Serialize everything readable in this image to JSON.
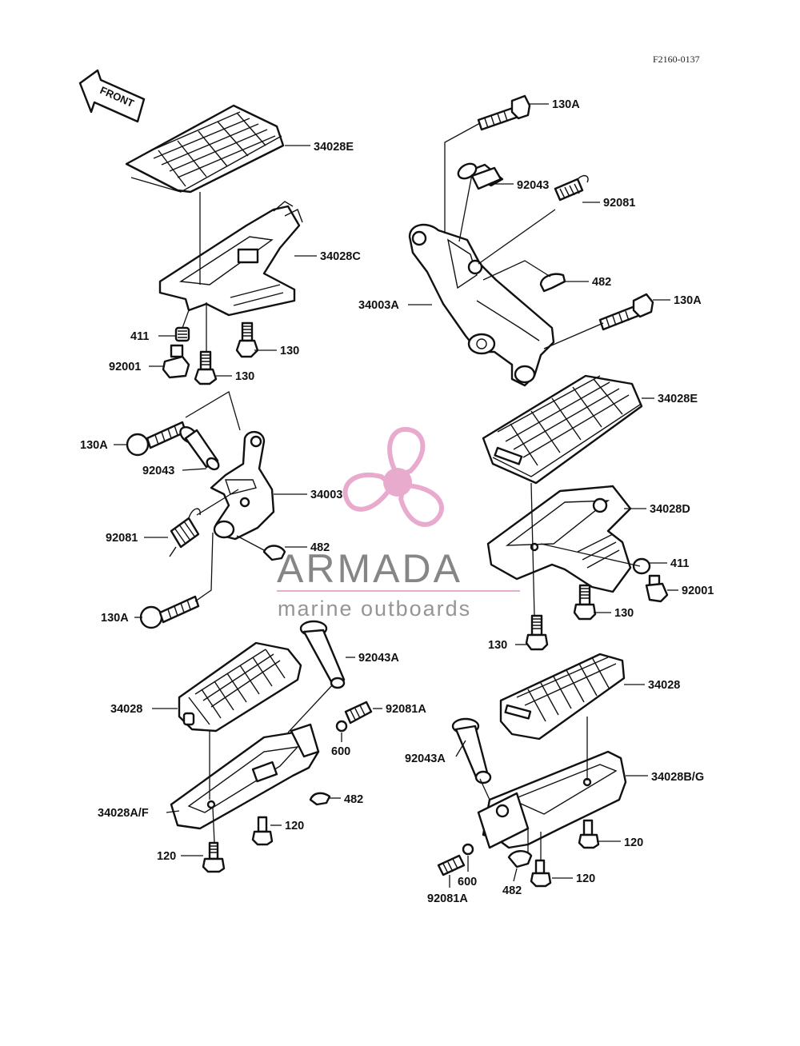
{
  "diagram_code": "F2160-0137",
  "front_arrow_label": "FRONT",
  "watermark": {
    "name": "ARMADA",
    "tagline": "marine outboards",
    "accent_color": "#e6a3c9"
  },
  "callouts": [
    {
      "id": "c1",
      "text": "130A"
    },
    {
      "id": "c2",
      "text": "92043"
    },
    {
      "id": "c3",
      "text": "92081"
    },
    {
      "id": "c4",
      "text": "482"
    },
    {
      "id": "c5",
      "text": "34003A"
    },
    {
      "id": "c6",
      "text": "130A"
    },
    {
      "id": "c7",
      "text": "34028E"
    },
    {
      "id": "c8",
      "text": "34028C"
    },
    {
      "id": "c9",
      "text": "411"
    },
    {
      "id": "c10",
      "text": "130"
    },
    {
      "id": "c11",
      "text": "92001"
    },
    {
      "id": "c12",
      "text": "130"
    },
    {
      "id": "c13",
      "text": "34028E"
    },
    {
      "id": "c14",
      "text": "130A"
    },
    {
      "id": "c15",
      "text": "92043"
    },
    {
      "id": "c16",
      "text": "34003"
    },
    {
      "id": "c17",
      "text": "92081"
    },
    {
      "id": "c18",
      "text": "482"
    },
    {
      "id": "c19",
      "text": "130A"
    },
    {
      "id": "c20",
      "text": "34028D"
    },
    {
      "id": "c21",
      "text": "411"
    },
    {
      "id": "c22",
      "text": "92001"
    },
    {
      "id": "c23",
      "text": "130"
    },
    {
      "id": "c24",
      "text": "130"
    },
    {
      "id": "c25",
      "text": "92043A"
    },
    {
      "id": "c26",
      "text": "92081A"
    },
    {
      "id": "c27",
      "text": "34028"
    },
    {
      "id": "c28",
      "text": "600"
    },
    {
      "id": "c29",
      "text": "482"
    },
    {
      "id": "c30",
      "text": "34028A/F"
    },
    {
      "id": "c31",
      "text": "120"
    },
    {
      "id": "c32",
      "text": "120"
    },
    {
      "id": "c33",
      "text": "34028"
    },
    {
      "id": "c34",
      "text": "92043A"
    },
    {
      "id": "c35",
      "text": "34028B/G"
    },
    {
      "id": "c36",
      "text": "120"
    },
    {
      "id": "c37",
      "text": "600"
    },
    {
      "id": "c38",
      "text": "482"
    },
    {
      "id": "c39",
      "text": "120"
    },
    {
      "id": "c40",
      "text": "92081A"
    }
  ]
}
